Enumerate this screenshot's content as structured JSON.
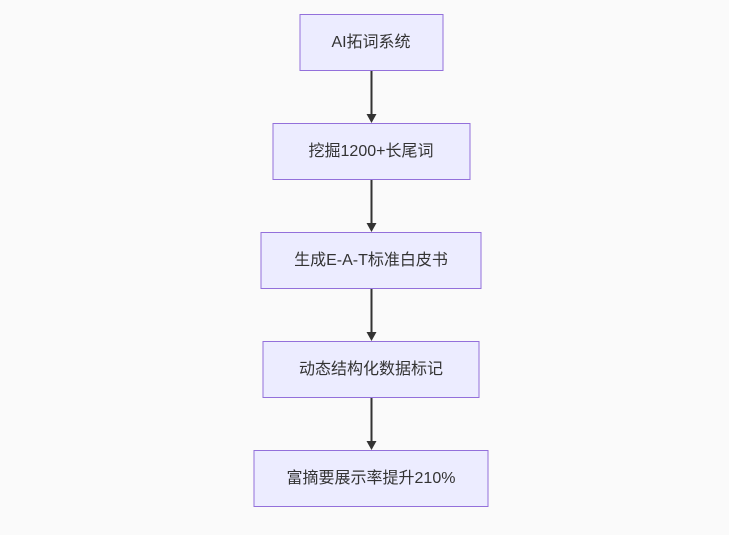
{
  "flow": {
    "type": "flowchart",
    "direction": "top-down",
    "nodes": [
      {
        "label": "AI拓词系统"
      },
      {
        "label": "挖掘1200+长尾词"
      },
      {
        "label": "生成E-A-T标准白皮书"
      },
      {
        "label": "动态结构化数据标记"
      },
      {
        "label": "富摘要展示率提升210%"
      }
    ],
    "edges": [
      {
        "from": "AI拓词系统",
        "to": "挖掘1200+长尾词"
      },
      {
        "from": "挖掘1200+长尾词",
        "to": "生成E-A-T标准白皮书"
      },
      {
        "from": "生成E-A-T标准白皮书",
        "to": "动态结构化数据标记"
      },
      {
        "from": "动态结构化数据标记",
        "to": "富摘要展示率提升210%"
      }
    ],
    "colors": {
      "node_fill": "#ECECFF",
      "node_border": "#9370DB",
      "node_text": "#333333",
      "arrow": "#333333",
      "background": "#FAFAFA"
    }
  }
}
